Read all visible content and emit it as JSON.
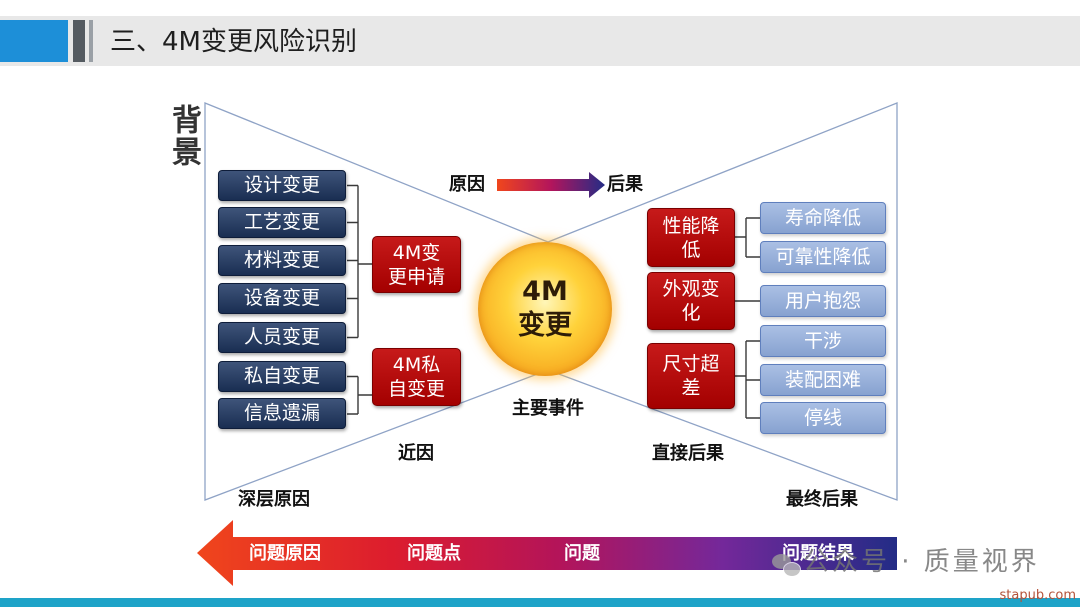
{
  "header": {
    "title": "三、4M变更风险识别"
  },
  "diagram": {
    "side_label": "背景",
    "flow": {
      "cause": "原因",
      "effect": "后果"
    },
    "causes": [
      "设计变更",
      "工艺变更",
      "材料变更",
      "设备变更",
      "人员变更",
      "私自变更",
      "信息遗漏"
    ],
    "cause_groups": [
      {
        "lines": [
          "4M变",
          "更申请"
        ]
      },
      {
        "lines": [
          "4M私",
          "自变更"
        ]
      }
    ],
    "event": {
      "lines": [
        "4M",
        "变更"
      ],
      "caption": "主要事件"
    },
    "consequences": [
      {
        "lines": [
          "性能降",
          "低"
        ],
        "results": [
          "寿命降低",
          "可靠性降低"
        ]
      },
      {
        "lines": [
          "外观变",
          "化"
        ],
        "results": [
          "用户抱怨"
        ]
      },
      {
        "lines": [
          "尺寸超",
          "差"
        ],
        "results": [
          "干涉",
          "装配困难",
          "停线"
        ]
      }
    ],
    "zone_labels": {
      "proximate_cause": "近因",
      "direct_consequence": "直接后果",
      "root_cause": "深层原因",
      "final_consequence": "最终后果"
    }
  },
  "problem_arrow": {
    "labels": [
      "问题原因",
      "问题点",
      "问题",
      "问题结果"
    ]
  },
  "watermark": {
    "icon": "wechat-icon",
    "text": "公众号 · 质量视界",
    "site": "stapub.com"
  },
  "colors": {
    "header_accent": "#1d8fd8",
    "cause_box": "#1f3864",
    "group_box": "#c00000",
    "result_box": "#8eaadb",
    "event_core": "#ffd23a",
    "event_rim": "#f39200",
    "arrow_start": "#f0461c",
    "arrow_end": "#232c86",
    "footer_strip": "#1ea3c8",
    "outline": "#8fa3c6"
  }
}
